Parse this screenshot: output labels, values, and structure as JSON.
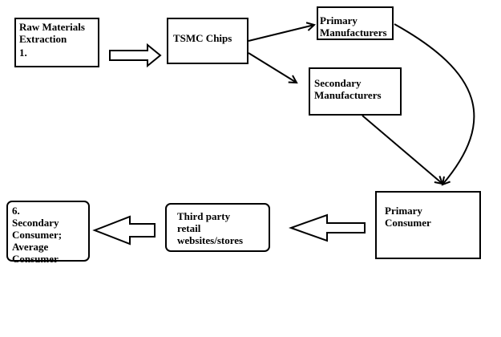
{
  "nodes": {
    "raw_materials": {
      "lines": [
        "Raw Materials",
        "Extraction"
      ],
      "number": "1."
    },
    "tsmc": {
      "lines": [
        "TSMC Chips"
      ]
    },
    "primary_manufacturers": {
      "lines": [
        "Primary",
        "Manufacturers"
      ]
    },
    "secondary_manufacturers": {
      "lines": [
        "Secondary",
        "Manufacturers"
      ]
    },
    "primary_consumer": {
      "lines": [
        "Primary",
        "Consumer"
      ]
    },
    "third_party_retail": {
      "lines": [
        "Third party",
        "retail",
        "websites/stores"
      ]
    },
    "secondary_consumer": {
      "number": "6.",
      "lines": [
        "Secondary",
        "Consumer;",
        "Average",
        "Consumer"
      ]
    }
  },
  "flow": [
    {
      "from": "raw_materials",
      "to": "tsmc",
      "style": "block-arrow"
    },
    {
      "from": "tsmc",
      "to": "primary_manufacturers",
      "style": "line-arrow"
    },
    {
      "from": "tsmc",
      "to": "secondary_manufacturers",
      "style": "line-arrow"
    },
    {
      "from": "primary_manufacturers",
      "to": "primary_consumer",
      "style": "curved-arrow"
    },
    {
      "from": "secondary_manufacturers",
      "to": "primary_consumer",
      "style": "line-arrow"
    },
    {
      "from": "primary_consumer",
      "to": "third_party_retail",
      "style": "block-arrow"
    },
    {
      "from": "third_party_retail",
      "to": "secondary_consumer",
      "style": "block-arrow"
    }
  ],
  "colors": {
    "stroke": "#000000",
    "fill": "#ffffff",
    "text": "#000000"
  }
}
